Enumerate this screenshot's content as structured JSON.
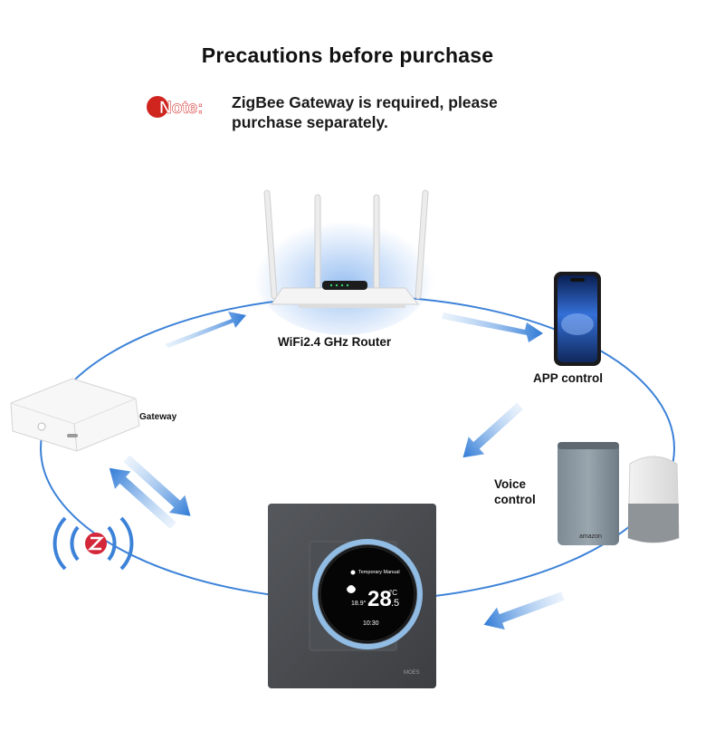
{
  "header": {
    "title": "Precautions before purchase",
    "note_label": "Note:",
    "note_text": "ZigBee Gateway is required, please purchase separately."
  },
  "devices": {
    "router_label": "WiFi2.4 GHz Router",
    "app_label": "APP control",
    "gateway_label": "Gateway",
    "voice_label_line1": "Voice",
    "voice_label_line2": "control"
  },
  "thermostat": {
    "mode_text": "Temporary Manual",
    "set_temp": "28",
    "set_temp_decimal": ".5",
    "unit": "°C",
    "room_temp": "18.9°",
    "time": "10:30",
    "brand": "MOES"
  },
  "speaker": {
    "brand": "amazon"
  },
  "colors": {
    "accent_blue": "#2f7ad6",
    "ring_blue": "#3c82d8",
    "note_red": "#d0241f",
    "panel_gray": "#4a4c50"
  },
  "icons": [
    "zigbee-icon",
    "router-icon",
    "phone-icon",
    "speaker-icon",
    "gateway-icon",
    "thermostat-icon"
  ]
}
